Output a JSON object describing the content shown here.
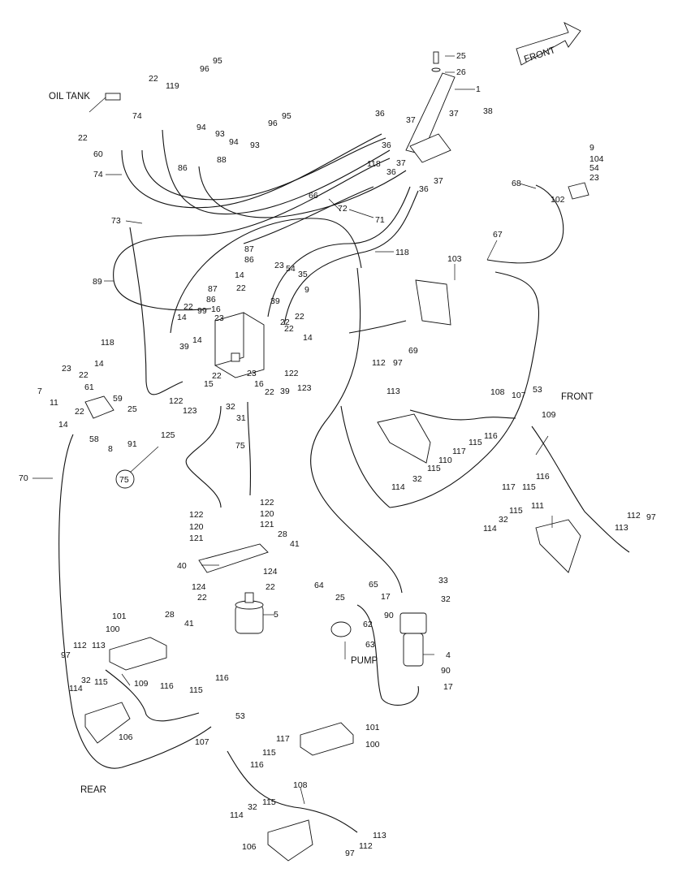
{
  "annotations": {
    "oil_tank": "OIL TANK",
    "front_arrow": "FRONT",
    "front_right": "FRONT",
    "rear": "REAR",
    "pump": "PUMP",
    "circled_ref": "75"
  },
  "callouts": [
    {
      "id": "c-25a",
      "text": "25"
    },
    {
      "id": "c-26",
      "text": "26"
    },
    {
      "id": "c-1",
      "text": "1"
    },
    {
      "id": "c-95a",
      "text": "95"
    },
    {
      "id": "c-96a",
      "text": "96"
    },
    {
      "id": "c-22a",
      "text": "22"
    },
    {
      "id": "c-119",
      "text": "119"
    },
    {
      "id": "c-74a",
      "text": "74"
    },
    {
      "id": "c-22b",
      "text": "22"
    },
    {
      "id": "c-60",
      "text": "60"
    },
    {
      "id": "c-94a",
      "text": "94"
    },
    {
      "id": "c-93a",
      "text": "93"
    },
    {
      "id": "c-94b",
      "text": "94"
    },
    {
      "id": "c-93b",
      "text": "93"
    },
    {
      "id": "c-96b",
      "text": "96"
    },
    {
      "id": "c-95b",
      "text": "95"
    },
    {
      "id": "c-86a",
      "text": "86"
    },
    {
      "id": "c-88",
      "text": "88"
    },
    {
      "id": "c-74b",
      "text": "74"
    },
    {
      "id": "c-36a",
      "text": "36"
    },
    {
      "id": "c-37a",
      "text": "37"
    },
    {
      "id": "c-37b",
      "text": "37"
    },
    {
      "id": "c-38",
      "text": "38"
    },
    {
      "id": "c-36b",
      "text": "36"
    },
    {
      "id": "c-118a",
      "text": "118"
    },
    {
      "id": "c-37c",
      "text": "37"
    },
    {
      "id": "c-36c",
      "text": "36"
    },
    {
      "id": "c-37d",
      "text": "37"
    },
    {
      "id": "c-36d",
      "text": "36"
    },
    {
      "id": "c-9a",
      "text": "9"
    },
    {
      "id": "c-104",
      "text": "104"
    },
    {
      "id": "c-54a",
      "text": "54"
    },
    {
      "id": "c-23a",
      "text": "23"
    },
    {
      "id": "c-68",
      "text": "68"
    },
    {
      "id": "c-102",
      "text": "102"
    },
    {
      "id": "c-66",
      "text": "66"
    },
    {
      "id": "c-72",
      "text": "72"
    },
    {
      "id": "c-71",
      "text": "71"
    },
    {
      "id": "c-73",
      "text": "73"
    },
    {
      "id": "c-67",
      "text": "67"
    },
    {
      "id": "c-118b",
      "text": "118"
    },
    {
      "id": "c-87a",
      "text": "87"
    },
    {
      "id": "c-86b",
      "text": "86"
    },
    {
      "id": "c-23b",
      "text": "23"
    },
    {
      "id": "c-54b",
      "text": "54"
    },
    {
      "id": "c-35",
      "text": "35"
    },
    {
      "id": "c-103",
      "text": "103"
    },
    {
      "id": "c-89",
      "text": "89"
    },
    {
      "id": "c-14a",
      "text": "14"
    },
    {
      "id": "c-22c",
      "text": "22"
    },
    {
      "id": "c-9b",
      "text": "9"
    },
    {
      "id": "c-87b",
      "text": "87"
    },
    {
      "id": "c-86c",
      "text": "86"
    },
    {
      "id": "c-22d",
      "text": "22"
    },
    {
      "id": "c-16a",
      "text": "16"
    },
    {
      "id": "c-99",
      "text": "99"
    },
    {
      "id": "c-23c",
      "text": "23"
    },
    {
      "id": "c-39a",
      "text": "39"
    },
    {
      "id": "c-14b",
      "text": "14"
    },
    {
      "id": "c-22e",
      "text": "22"
    },
    {
      "id": "c-14c",
      "text": "14"
    },
    {
      "id": "c-69",
      "text": "69"
    },
    {
      "id": "c-22f",
      "text": "22"
    },
    {
      "id": "c-39b",
      "text": "39"
    },
    {
      "id": "c-118c",
      "text": "118"
    },
    {
      "id": "c-22g",
      "text": "22"
    },
    {
      "id": "c-14d",
      "text": "14"
    },
    {
      "id": "c-112a",
      "text": "112"
    },
    {
      "id": "c-97a",
      "text": "97"
    },
    {
      "id": "c-23d",
      "text": "23"
    },
    {
      "id": "c-14e",
      "text": "14"
    },
    {
      "id": "c-22h",
      "text": "22"
    },
    {
      "id": "c-23e",
      "text": "23"
    },
    {
      "id": "c-16b",
      "text": "16"
    },
    {
      "id": "c-22i",
      "text": "22"
    },
    {
      "id": "c-122a",
      "text": "122"
    },
    {
      "id": "c-7",
      "text": "7"
    },
    {
      "id": "c-22j",
      "text": "22"
    },
    {
      "id": "c-15",
      "text": "15"
    },
    {
      "id": "c-39c",
      "text": "39"
    },
    {
      "id": "c-123a",
      "text": "123"
    },
    {
      "id": "c-113a",
      "text": "113"
    },
    {
      "id": "c-11",
      "text": "11"
    },
    {
      "id": "c-61",
      "text": "61"
    },
    {
      "id": "c-59",
      "text": "59"
    },
    {
      "id": "c-122b",
      "text": "122"
    },
    {
      "id": "c-123b",
      "text": "123"
    },
    {
      "id": "c-32a",
      "text": "32"
    },
    {
      "id": "c-108a",
      "text": "108"
    },
    {
      "id": "c-107a",
      "text": "107"
    },
    {
      "id": "c-53a",
      "text": "53"
    },
    {
      "id": "c-22k",
      "text": "22"
    },
    {
      "id": "c-25b",
      "text": "25"
    },
    {
      "id": "c-31",
      "text": "31"
    },
    {
      "id": "c-109a",
      "text": "109"
    },
    {
      "id": "c-14f",
      "text": "14"
    },
    {
      "id": "c-91",
      "text": "91"
    },
    {
      "id": "c-58",
      "text": "58"
    },
    {
      "id": "c-8",
      "text": "8"
    },
    {
      "id": "c-125",
      "text": "125"
    },
    {
      "id": "c-75",
      "text": "75"
    },
    {
      "id": "c-116a",
      "text": "116"
    },
    {
      "id": "c-117a",
      "text": "117"
    },
    {
      "id": "c-115a",
      "text": "115"
    },
    {
      "id": "c-110",
      "text": "110"
    },
    {
      "id": "c-70",
      "text": "70"
    },
    {
      "id": "c-115b",
      "text": "115"
    },
    {
      "id": "c-114a",
      "text": "114"
    },
    {
      "id": "c-32b",
      "text": "32"
    },
    {
      "id": "c-116b",
      "text": "116"
    },
    {
      "id": "c-117b",
      "text": "117"
    },
    {
      "id": "c-115c",
      "text": "115"
    },
    {
      "id": "c-111",
      "text": "111"
    },
    {
      "id": "c-122c",
      "text": "122"
    },
    {
      "id": "c-120a",
      "text": "120"
    },
    {
      "id": "c-121a",
      "text": "121"
    },
    {
      "id": "c-122d",
      "text": "122"
    },
    {
      "id": "c-120b",
      "text": "120"
    },
    {
      "id": "c-121b",
      "text": "121"
    },
    {
      "id": "c-28a",
      "text": "28"
    },
    {
      "id": "c-41a",
      "text": "41"
    },
    {
      "id": "c-115d",
      "text": "115"
    },
    {
      "id": "c-32c",
      "text": "32"
    },
    {
      "id": "c-114b",
      "text": "114"
    },
    {
      "id": "c-112b",
      "text": "112"
    },
    {
      "id": "c-97b",
      "text": "97"
    },
    {
      "id": "c-113b",
      "text": "113"
    },
    {
      "id": "c-40",
      "text": "40"
    },
    {
      "id": "c-124a",
      "text": "124"
    },
    {
      "id": "c-124b",
      "text": "124"
    },
    {
      "id": "c-22l",
      "text": "22"
    },
    {
      "id": "c-22m",
      "text": "22"
    },
    {
      "id": "c-28b",
      "text": "28"
    },
    {
      "id": "c-41b",
      "text": "41"
    },
    {
      "id": "c-5",
      "text": "5"
    },
    {
      "id": "c-64",
      "text": "64"
    },
    {
      "id": "c-65",
      "text": "65"
    },
    {
      "id": "c-33",
      "text": "33"
    },
    {
      "id": "c-32d",
      "text": "32"
    },
    {
      "id": "c-25c",
      "text": "25"
    },
    {
      "id": "c-17a",
      "text": "17"
    },
    {
      "id": "c-90a",
      "text": "90"
    },
    {
      "id": "c-62",
      "text": "62"
    },
    {
      "id": "c-63",
      "text": "63"
    },
    {
      "id": "c-4",
      "text": "4"
    },
    {
      "id": "c-90b",
      "text": "90"
    },
    {
      "id": "c-17b",
      "text": "17"
    },
    {
      "id": "c-101a",
      "text": "101"
    },
    {
      "id": "c-100a",
      "text": "100"
    },
    {
      "id": "c-97c",
      "text": "97"
    },
    {
      "id": "c-112c",
      "text": "112"
    },
    {
      "id": "c-113c",
      "text": "113"
    },
    {
      "id": "c-32e",
      "text": "32"
    },
    {
      "id": "c-115e",
      "text": "115"
    },
    {
      "id": "c-114c",
      "text": "114"
    },
    {
      "id": "c-109b",
      "text": "109"
    },
    {
      "id": "c-116c",
      "text": "116"
    },
    {
      "id": "c-116d",
      "text": "116"
    },
    {
      "id": "c-115f",
      "text": "115"
    },
    {
      "id": "c-53b",
      "text": "53"
    },
    {
      "id": "c-106a",
      "text": "106"
    },
    {
      "id": "c-107b",
      "text": "107"
    },
    {
      "id": "c-101b",
      "text": "101"
    },
    {
      "id": "c-100b",
      "text": "100"
    },
    {
      "id": "c-117c",
      "text": "117"
    },
    {
      "id": "c-115g",
      "text": "115"
    },
    {
      "id": "c-116e",
      "text": "116"
    },
    {
      "id": "c-108b",
      "text": "108"
    },
    {
      "id": "c-32f",
      "text": "32"
    },
    {
      "id": "c-115h",
      "text": "115"
    },
    {
      "id": "c-114d",
      "text": "114"
    },
    {
      "id": "c-106b",
      "text": "106"
    },
    {
      "id": "c-113d",
      "text": "113"
    },
    {
      "id": "c-97d",
      "text": "97"
    },
    {
      "id": "c-112d",
      "text": "112"
    }
  ]
}
